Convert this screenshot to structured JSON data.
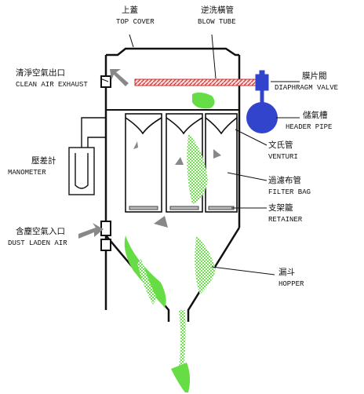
{
  "labels": {
    "top_cover": {
      "zh": "上蓋",
      "en": "TOP COVER"
    },
    "blow_tube": {
      "zh": "逆洗橫管",
      "en": "BLOW TUBE"
    },
    "clean_air": {
      "zh": "清淨空氣出口",
      "en": "CLEAN AIR EXHAUST"
    },
    "diaphragm": {
      "zh": "膜片閥",
      "en": "DIAPHRAGM VALVE"
    },
    "header_pipe": {
      "zh": "儲氣槽",
      "en": "HEADER PIPE"
    },
    "manometer": {
      "zh": "壓差計",
      "en": "MANOMETER"
    },
    "venturi": {
      "zh": "文氏管",
      "en": "VENTURI"
    },
    "filter_bag": {
      "zh": "過濾布管",
      "en": "FILTER BAG"
    },
    "retainer": {
      "zh": "支架籠",
      "en": "RETAINER"
    },
    "dust_inlet": {
      "zh": "含塵空氣入口",
      "en": "DUST LADEN AIR"
    },
    "hopper": {
      "zh": "漏斗",
      "en": "HOPPER"
    }
  },
  "colors": {
    "dust": "#66dd44",
    "arrow": "#888888",
    "tank": "#3344cc",
    "blow_tube": "#cc3333",
    "line": "#111111"
  }
}
